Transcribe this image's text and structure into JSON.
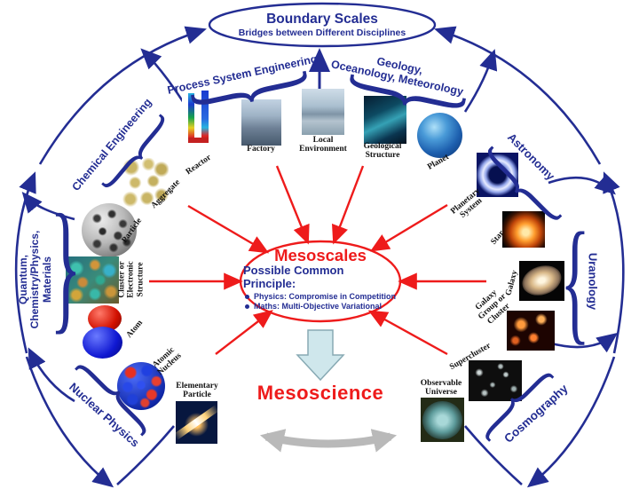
{
  "header": {
    "title": "Boundary Scales",
    "subtitle": "Bridges between Different Disciplines"
  },
  "center": {
    "title": "Mesoscales",
    "subtitle": "Possible Common Principle:",
    "bullet1": "Physics: Compromise in Competition",
    "bullet2": "Maths: Multi-Objective Variational"
  },
  "footer": {
    "title": "Mesoscience"
  },
  "disciplines": {
    "chemical_engineering": "Chemical Engineering",
    "process_system_engineering": "Process System Engineering",
    "geology": "Geology,\nOceanology, Meteorology",
    "astronomy": "Astronomy",
    "uranology": "Uranology",
    "cosmography": "Cosmography",
    "nuclear_physics": "Nuclear Physics",
    "quantum": "Quantum,\nChemistry/Physics,\nMaterials"
  },
  "items": {
    "reactor": "Reactor",
    "factory": "Factory",
    "local_environment": "Local\nEnvironment",
    "geological_structure": "Geological\nStructure",
    "planet": "Planet",
    "planetary_system": "Planetary\nSystem",
    "star": "Star",
    "galaxy": "Galaxy",
    "galaxy_group": "Galaxy\nGroup or\nCluster",
    "supercluster": "Supercluster",
    "observable_universe": "Observable\nUniverse",
    "aggregate": "Aggregate",
    "particle": "Particle",
    "cluster_structure": "Cluster or\nElectronic\nStructure",
    "atom": "Atom",
    "atomic_nucleus": "Atomic\nNucleus",
    "elementary_particle": "Elementary\nParticle"
  },
  "colors": {
    "navy": "#232d93",
    "red": "#ee1b1b",
    "block_arrow_fill": "#cfe7ec",
    "gray_arrow": "#b9b9b9"
  }
}
